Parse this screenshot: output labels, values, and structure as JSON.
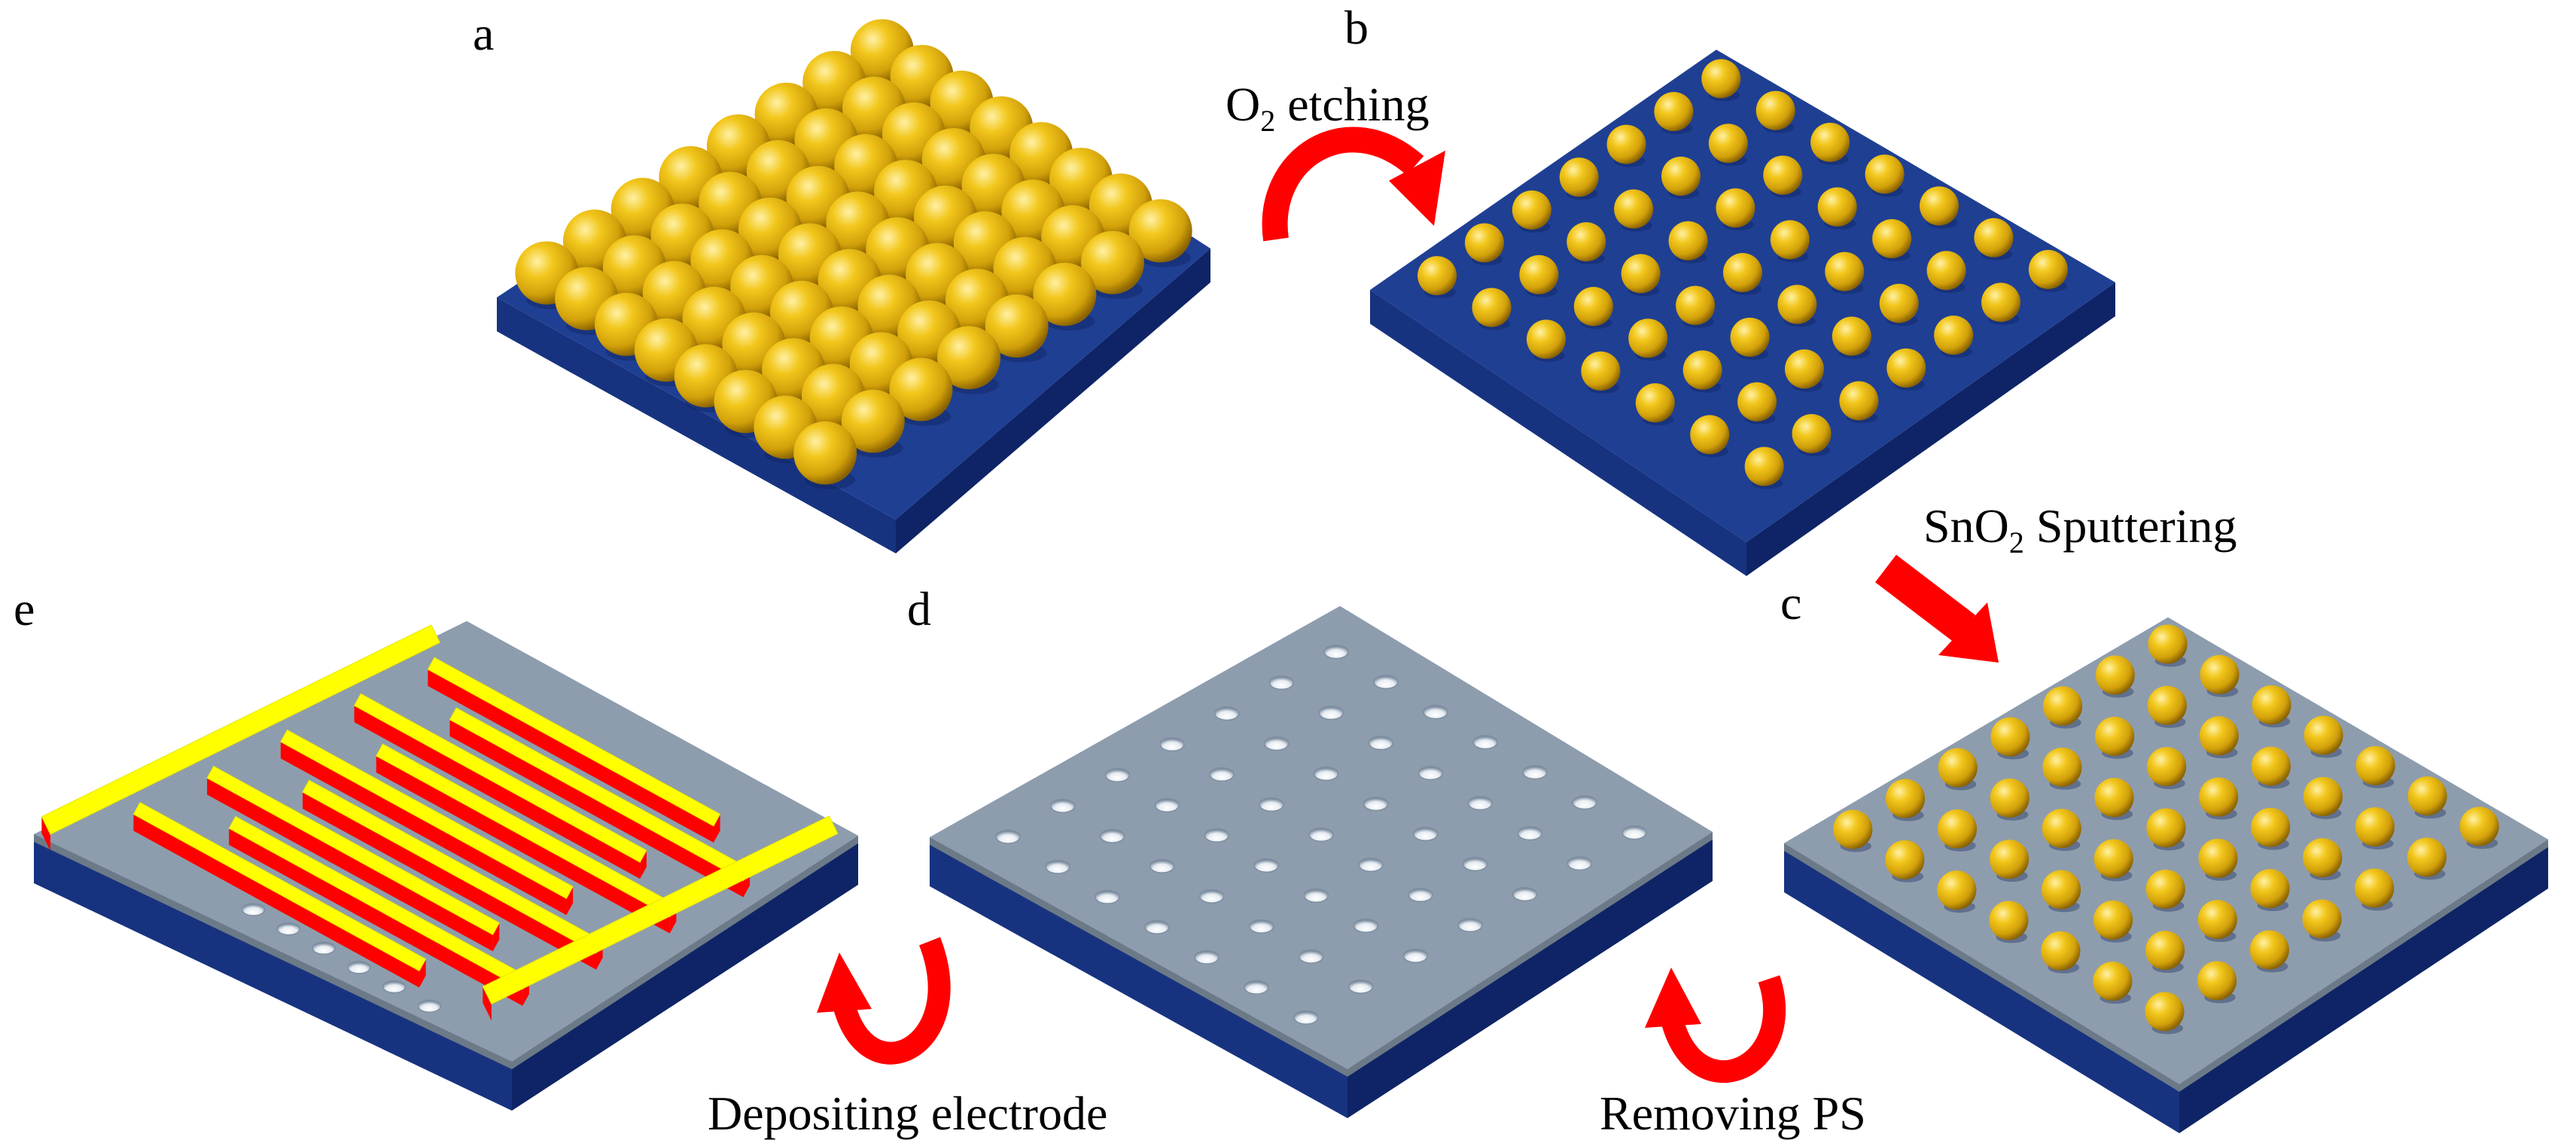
{
  "panels": {
    "a": "a",
    "b": "b",
    "c": "c",
    "d": "d",
    "e": "e"
  },
  "steps": {
    "etching_prefix": "O",
    "etching_sub": "2",
    "etching_suffix": " etching",
    "sputter_prefix": "SnO",
    "sputter_sub": "2",
    "sputter_suffix": " Sputtering",
    "removing": "Removing PS",
    "depositing": "Depositing electrode"
  },
  "colors": {
    "substrate_top": "#1f3f93",
    "substrate_side_left": "#173380",
    "substrate_side_right": "#0e2466",
    "film_top": "#8e9dad",
    "film_side": "#6c7a88",
    "sphere_light": "#fff1a6",
    "sphere_mid": "#e0b10b",
    "sphere_dark": "#9a6f00",
    "electrode_top": "#ffff00",
    "electrode_side": "#ff0000",
    "arrow": "#ff0000",
    "hole_light": "#ffffff",
    "hole_dark": "#8394a6"
  },
  "arrays": {
    "a_grid": 8,
    "b_grid": 7,
    "c_grid": 7,
    "d_grid": 7
  }
}
